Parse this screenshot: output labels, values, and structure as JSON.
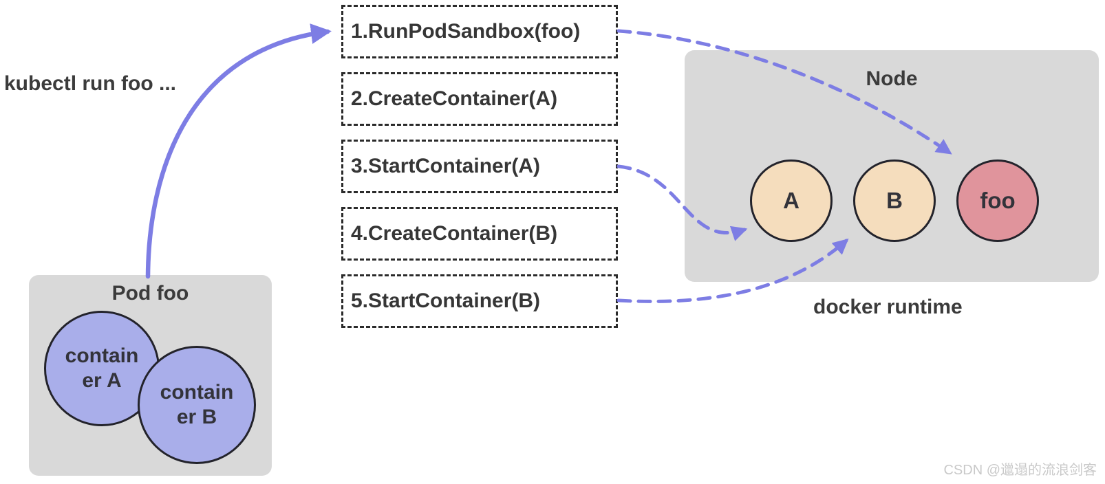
{
  "diagram": {
    "kubectl_label": "kubectl run foo ...",
    "cri_calls": [
      {
        "label": "1.RunPodSandbox(foo)"
      },
      {
        "label": "2.CreateContainer(A)"
      },
      {
        "label": "3.StartContainer(A)"
      },
      {
        "label": "4.CreateContainer(B)"
      },
      {
        "label": "5.StartContainer(B)"
      }
    ],
    "node": {
      "title": "Node",
      "runtime_label": "docker runtime",
      "containers": [
        {
          "label": "A",
          "fill": "#f5ddbd"
        },
        {
          "label": "B",
          "fill": "#f5ddbd"
        },
        {
          "label": "foo",
          "fill": "#e0949c"
        }
      ]
    },
    "pod": {
      "title": "Pod foo",
      "containers": [
        {
          "lines": [
            "contain",
            "er A"
          ],
          "fill": "#a9aeea"
        },
        {
          "lines": [
            "contain",
            "er B"
          ],
          "fill": "#a9aeea"
        }
      ]
    },
    "watermark": "CSDN @邋遢的流浪剑客",
    "colors": {
      "arrow_accent": "#7d7de4",
      "panel_bg": "#d9d9d9",
      "dashed_border": "#2b2b2b",
      "circle_outline": "#23232b",
      "text": "#3b3b3b"
    }
  }
}
